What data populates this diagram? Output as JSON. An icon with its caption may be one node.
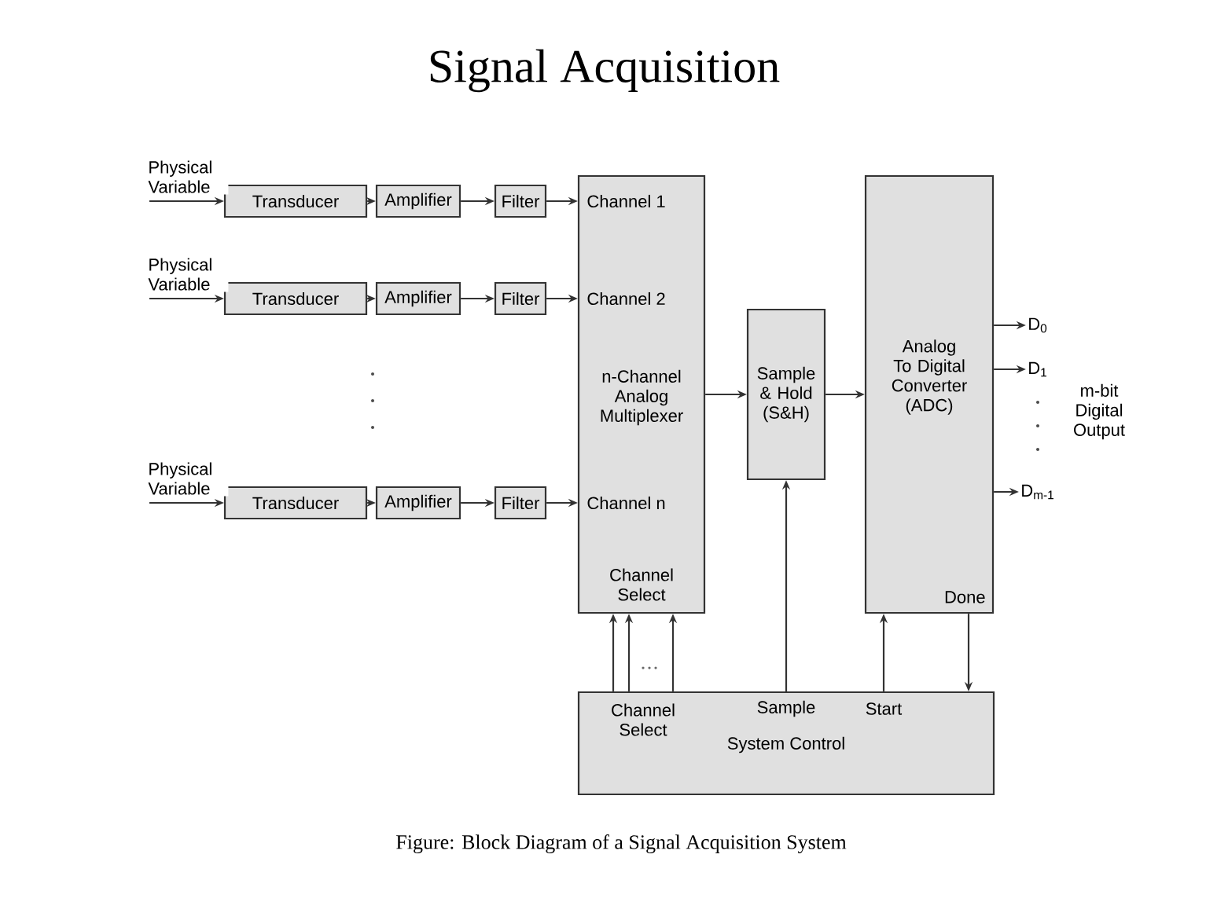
{
  "diagram": {
    "title": "Signal Acquisition",
    "caption": "Figure: Block Diagram of a Signal Acquisition System",
    "nodes": [
      {
        "text": [
          "Transducer"
        ]
      },
      {
        "text": [
          "Amplifier"
        ]
      },
      {
        "text": [
          "Filter"
        ]
      },
      {
        "text": [
          "Transducer"
        ]
      },
      {
        "text": [
          "Amplifier"
        ]
      },
      {
        "text": [
          "Filter"
        ]
      },
      {
        "text": [
          "Transducer"
        ]
      },
      {
        "text": [
          "Amplifier"
        ]
      },
      {
        "text": [
          "Filter"
        ]
      },
      {
        "text": [
          "Channel 1",
          "Channel 2",
          "n-Channel Analog Multiplexer",
          "Channel n",
          "Channel Select"
        ]
      },
      {
        "text": [
          "Sample & Hold (S&H)"
        ]
      },
      {
        "text": [
          "Analog To Digital Converter (ADC)",
          "Done"
        ]
      },
      {
        "text": [
          "Channel Select",
          "Sample",
          "Start",
          "System Control"
        ]
      },
      {
        "text": [
          "D$_{0}$"
        ]
      },
      {
        "text": [
          "D$_{1}$"
        ]
      },
      {
        "text": [
          "D$_{m-1}$"
        ]
      }
    ],
    "edges": [
      {
        "from": null,
        "to": 0,
        "arrow": "to",
        "label": "Physical Variable"
      },
      {
        "from": null,
        "to": 3,
        "arrow": "to",
        "label": "Physical Variable"
      },
      {
        "from": null,
        "to": 6,
        "arrow": "to",
        "label": "Physical Variable"
      },
      {
        "from": 0,
        "to": 1,
        "arrow": "to"
      },
      {
        "from": 1,
        "to": 2,
        "arrow": "to"
      },
      {
        "from": 2,
        "to": 9,
        "arrow": "to"
      },
      {
        "from": 3,
        "to": 4,
        "arrow": "to"
      },
      {
        "from": 4,
        "to": 5,
        "arrow": "to"
      },
      {
        "from": 5,
        "to": 9,
        "arrow": "to"
      },
      {
        "from": 6,
        "to": 7,
        "arrow": "to"
      },
      {
        "from": 7,
        "to": 8,
        "arrow": "to"
      },
      {
        "from": 8,
        "to": 9,
        "arrow": "to"
      },
      {
        "from": 9,
        "to": 10,
        "arrow": "to"
      },
      {
        "from": 10,
        "to": 11,
        "arrow": "to"
      },
      {
        "from": 11,
        "to": 13,
        "arrow": "to"
      },
      {
        "from": 11,
        "to": 14,
        "arrow": "to"
      },
      {
        "from": 11,
        "to": 15,
        "arrow": "to"
      },
      {
        "from": 12,
        "to": 9,
        "arrow": "to"
      },
      {
        "from": 12,
        "to": 9,
        "arrow": "to"
      },
      {
        "from": 12,
        "to": 9,
        "arrow": "to"
      },
      {
        "from": 12,
        "to": 10,
        "arrow": "to"
      },
      {
        "from": 12,
        "to": 11,
        "arrow": "to"
      },
      {
        "from": 11,
        "to": 12,
        "arrow": "to"
      }
    ],
    "labels": [
      "m-bit Digital Output"
    ]
  }
}
